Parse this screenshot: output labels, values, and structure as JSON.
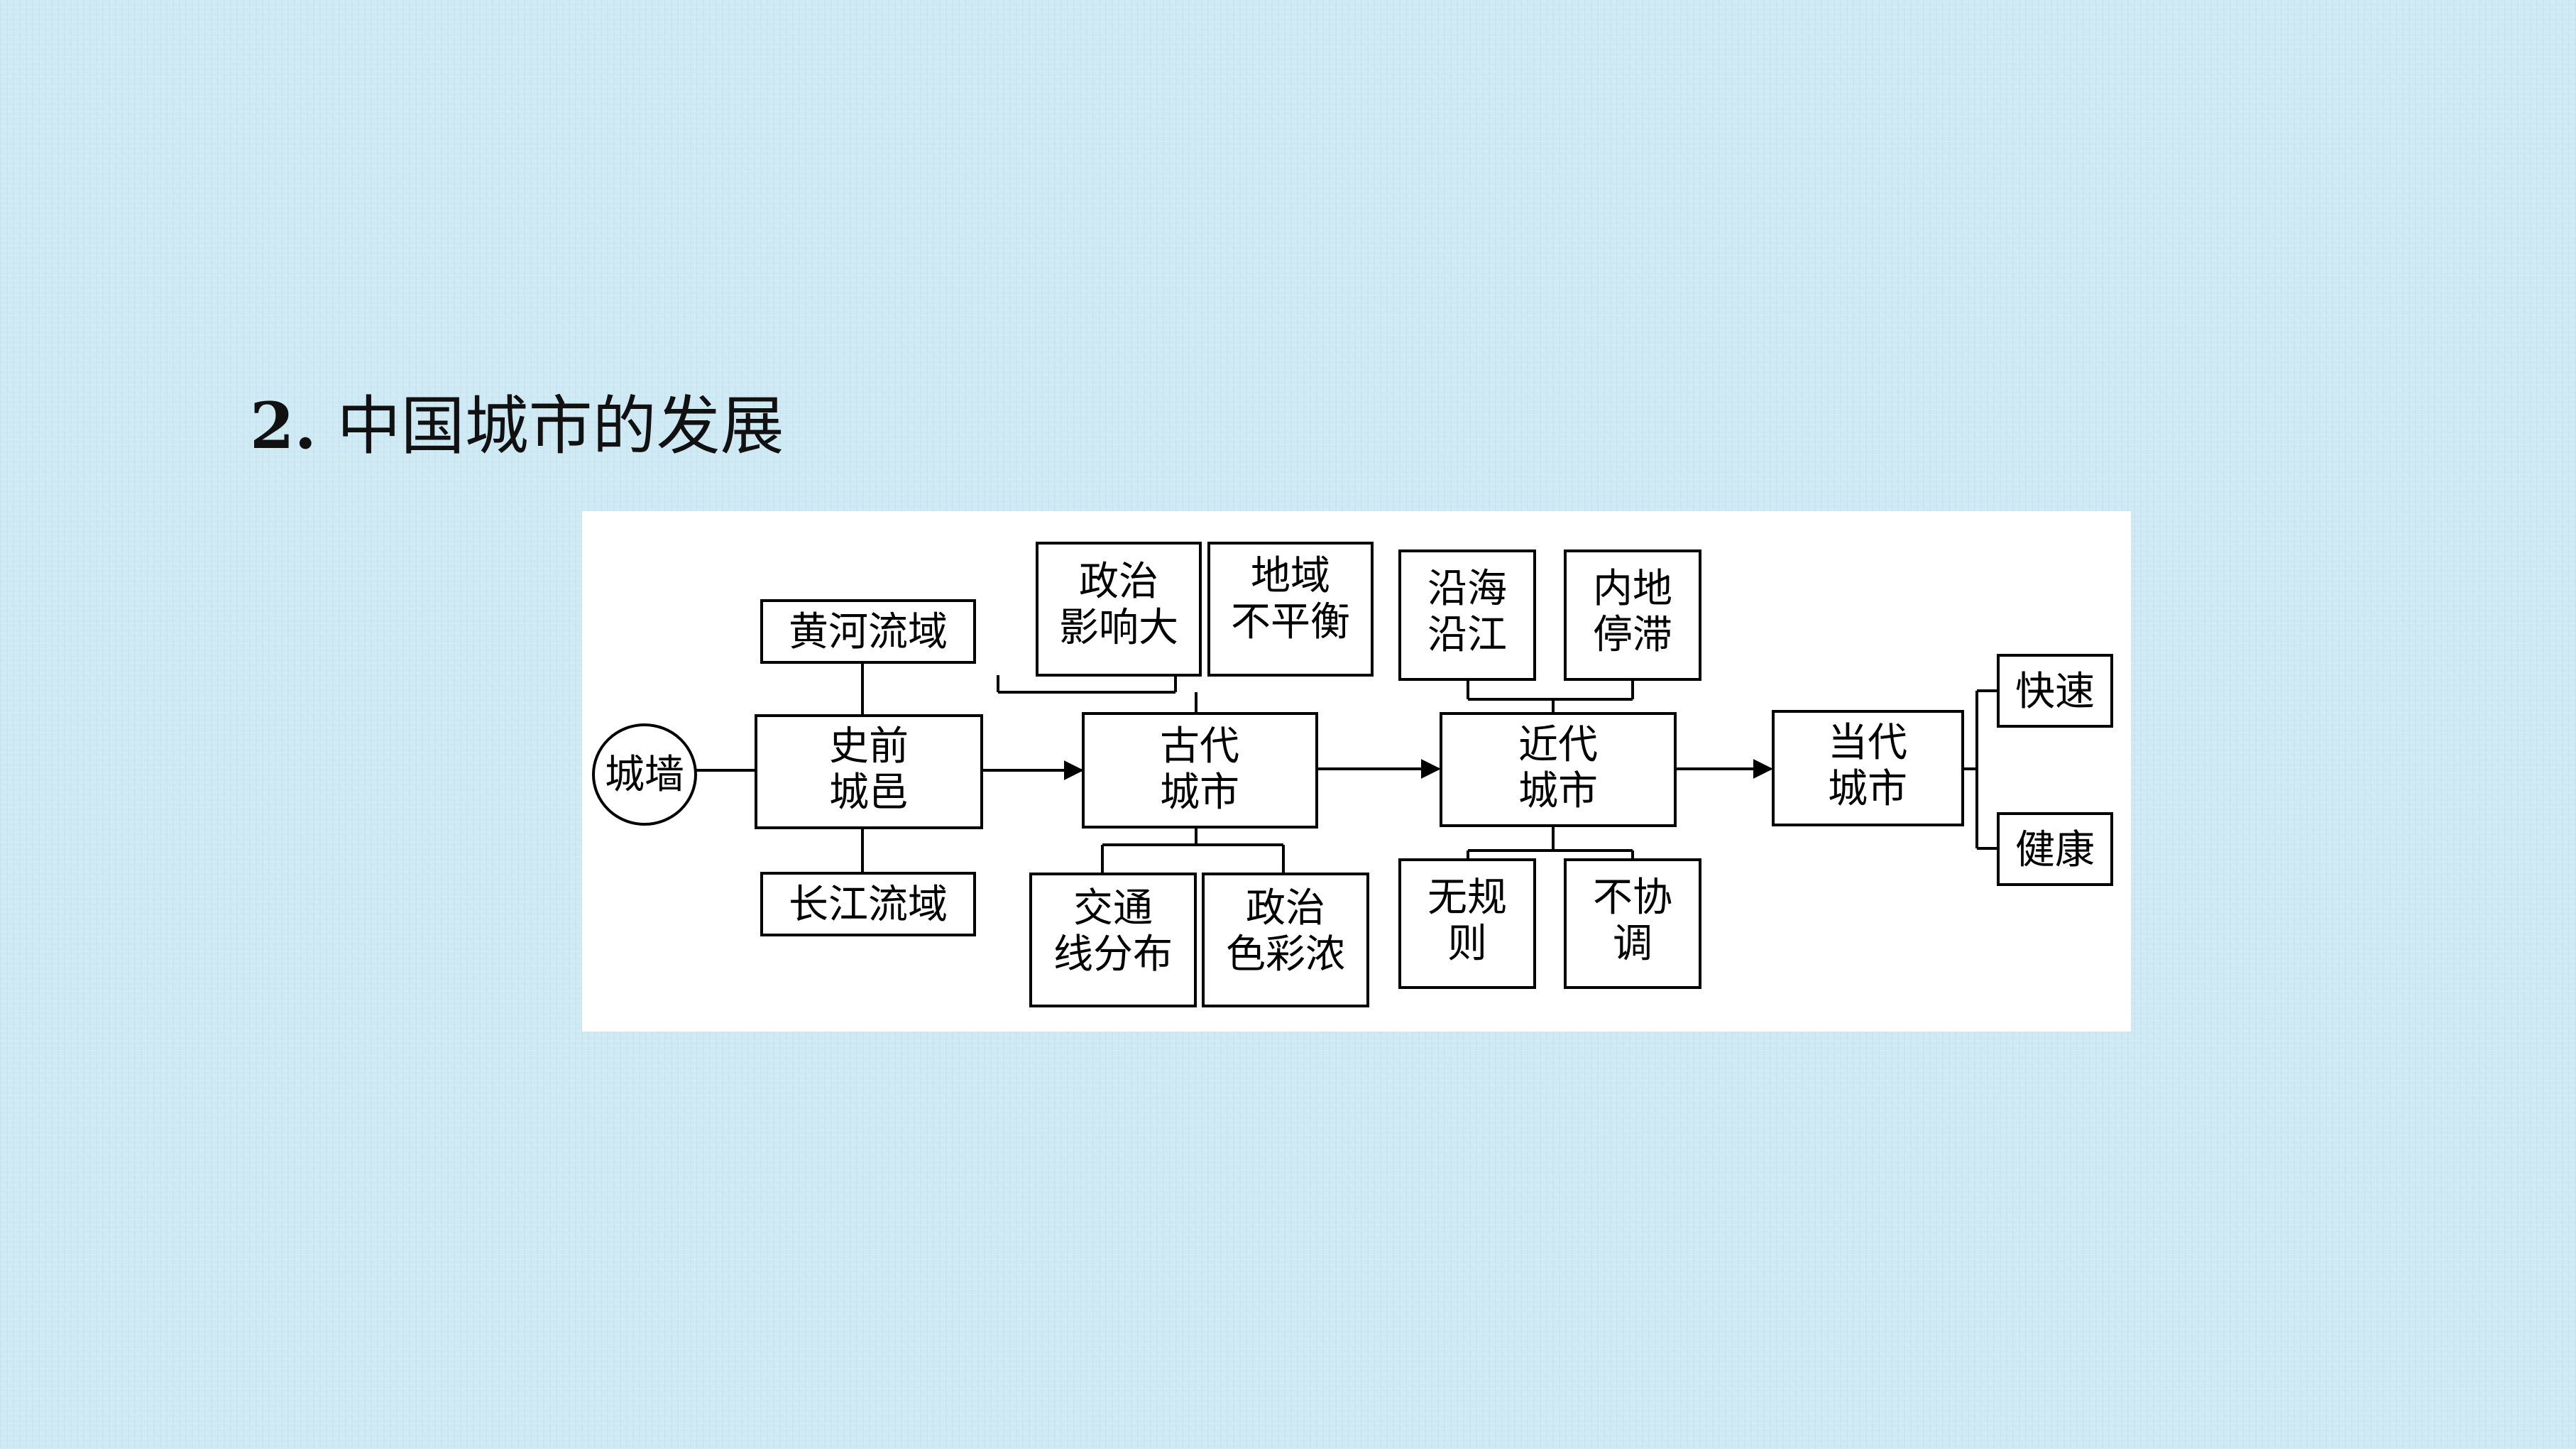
{
  "title": {
    "number": "2.",
    "text": "中国城市的发展"
  },
  "diagram": {
    "origin": "城墙",
    "stages": [
      {
        "id": "prehistoric",
        "lines": [
          "史前",
          "城邑"
        ]
      },
      {
        "id": "ancient",
        "lines": [
          "古代",
          "城市"
        ]
      },
      {
        "id": "modern",
        "lines": [
          "近代",
          "城市"
        ]
      },
      {
        "id": "contemporary",
        "lines": [
          "当代",
          "城市"
        ]
      }
    ],
    "prehistoric_features": {
      "above": [
        "黄河流域"
      ],
      "below": [
        "长江流域"
      ]
    },
    "ancient_features": {
      "above": [
        [
          "政治",
          "影响大"
        ],
        [
          "地域",
          "不平衡"
        ]
      ],
      "below": [
        [
          "交通",
          "线分布"
        ],
        [
          "政治",
          "色彩浓"
        ]
      ]
    },
    "modern_features": {
      "above": [
        [
          "沿海",
          "沿江"
        ],
        [
          "内地",
          "停滞"
        ]
      ],
      "below": [
        [
          "无规",
          "则"
        ],
        [
          "不协",
          "调"
        ]
      ]
    },
    "contemporary_features": [
      "快速",
      "健康"
    ]
  }
}
